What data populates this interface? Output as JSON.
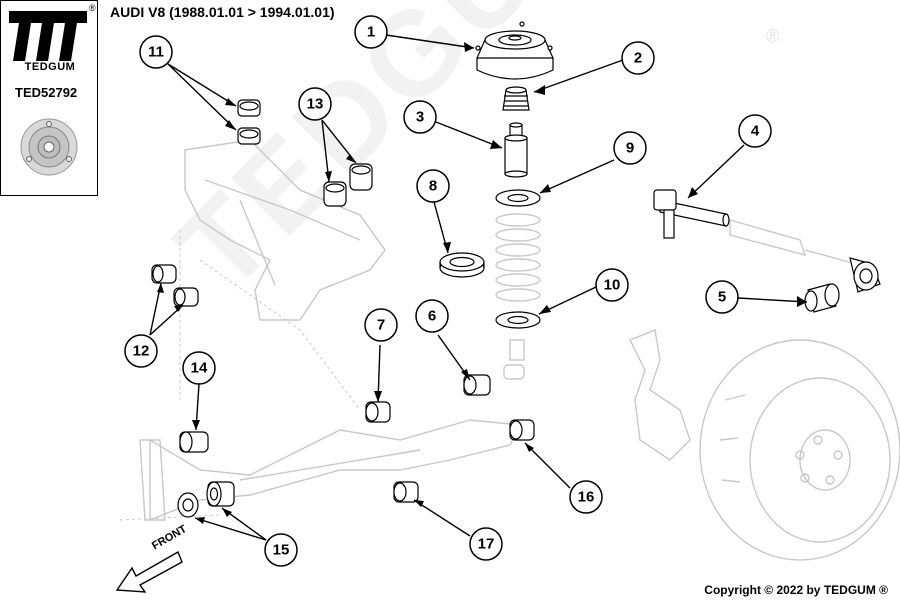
{
  "brand": {
    "name": "TEDGUM",
    "registered": "®",
    "part_number": "TED52792",
    "logo_icon": "tedgum-logo-icon",
    "product_icon": "strut-mount-thumbnail-icon"
  },
  "vehicle": {
    "title": "AUDI V8 (1988.01.01 > 1994.01.01)"
  },
  "callouts": [
    "1",
    "2",
    "3",
    "4",
    "5",
    "6",
    "7",
    "8",
    "9",
    "10",
    "11",
    "12",
    "13",
    "14",
    "15",
    "16",
    "17"
  ],
  "watermark": {
    "text": "TEDGUM",
    "registered": "®"
  },
  "front_label": "FRONT",
  "copyright": "Copyright © 2022 by TEDGUM ®",
  "colors": {
    "ink": "#000000",
    "ghost": "#c8c8c8",
    "part_fill": "#ffffff"
  }
}
